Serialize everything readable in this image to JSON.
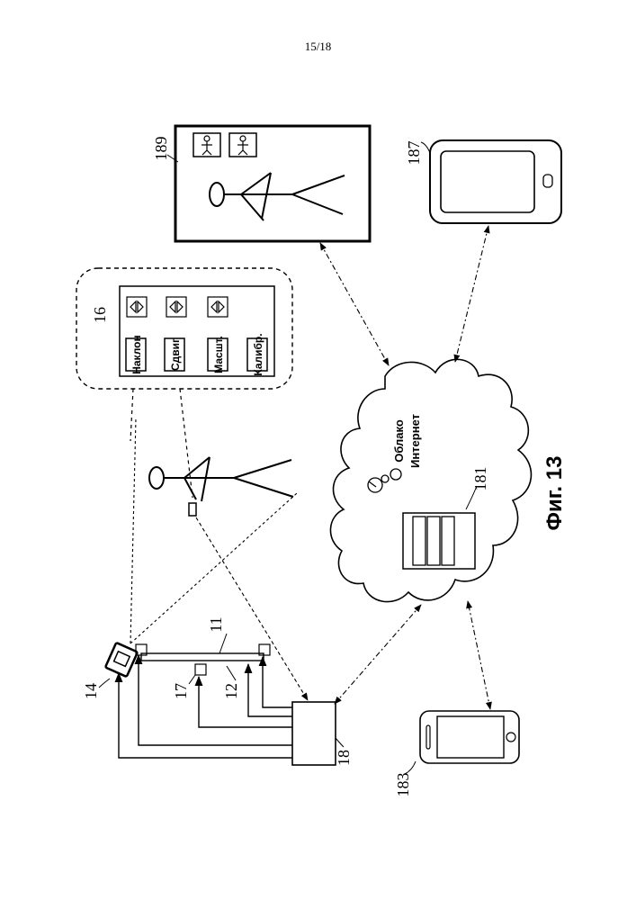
{
  "page_number": "15/18",
  "figure_caption": "Фиг. 13",
  "refs": {
    "r11": "11",
    "r12": "12",
    "r14": "14",
    "r16": "16",
    "r17": "17",
    "r18": "18",
    "r181": "181",
    "r183": "183",
    "r187": "187",
    "r189": "189"
  },
  "control_panel": {
    "buttons": [
      "Наклон",
      "Сдвиг",
      "Масшт.",
      "Калибр."
    ]
  },
  "cloud": {
    "line1": "Облако",
    "line2": "Интернет"
  }
}
